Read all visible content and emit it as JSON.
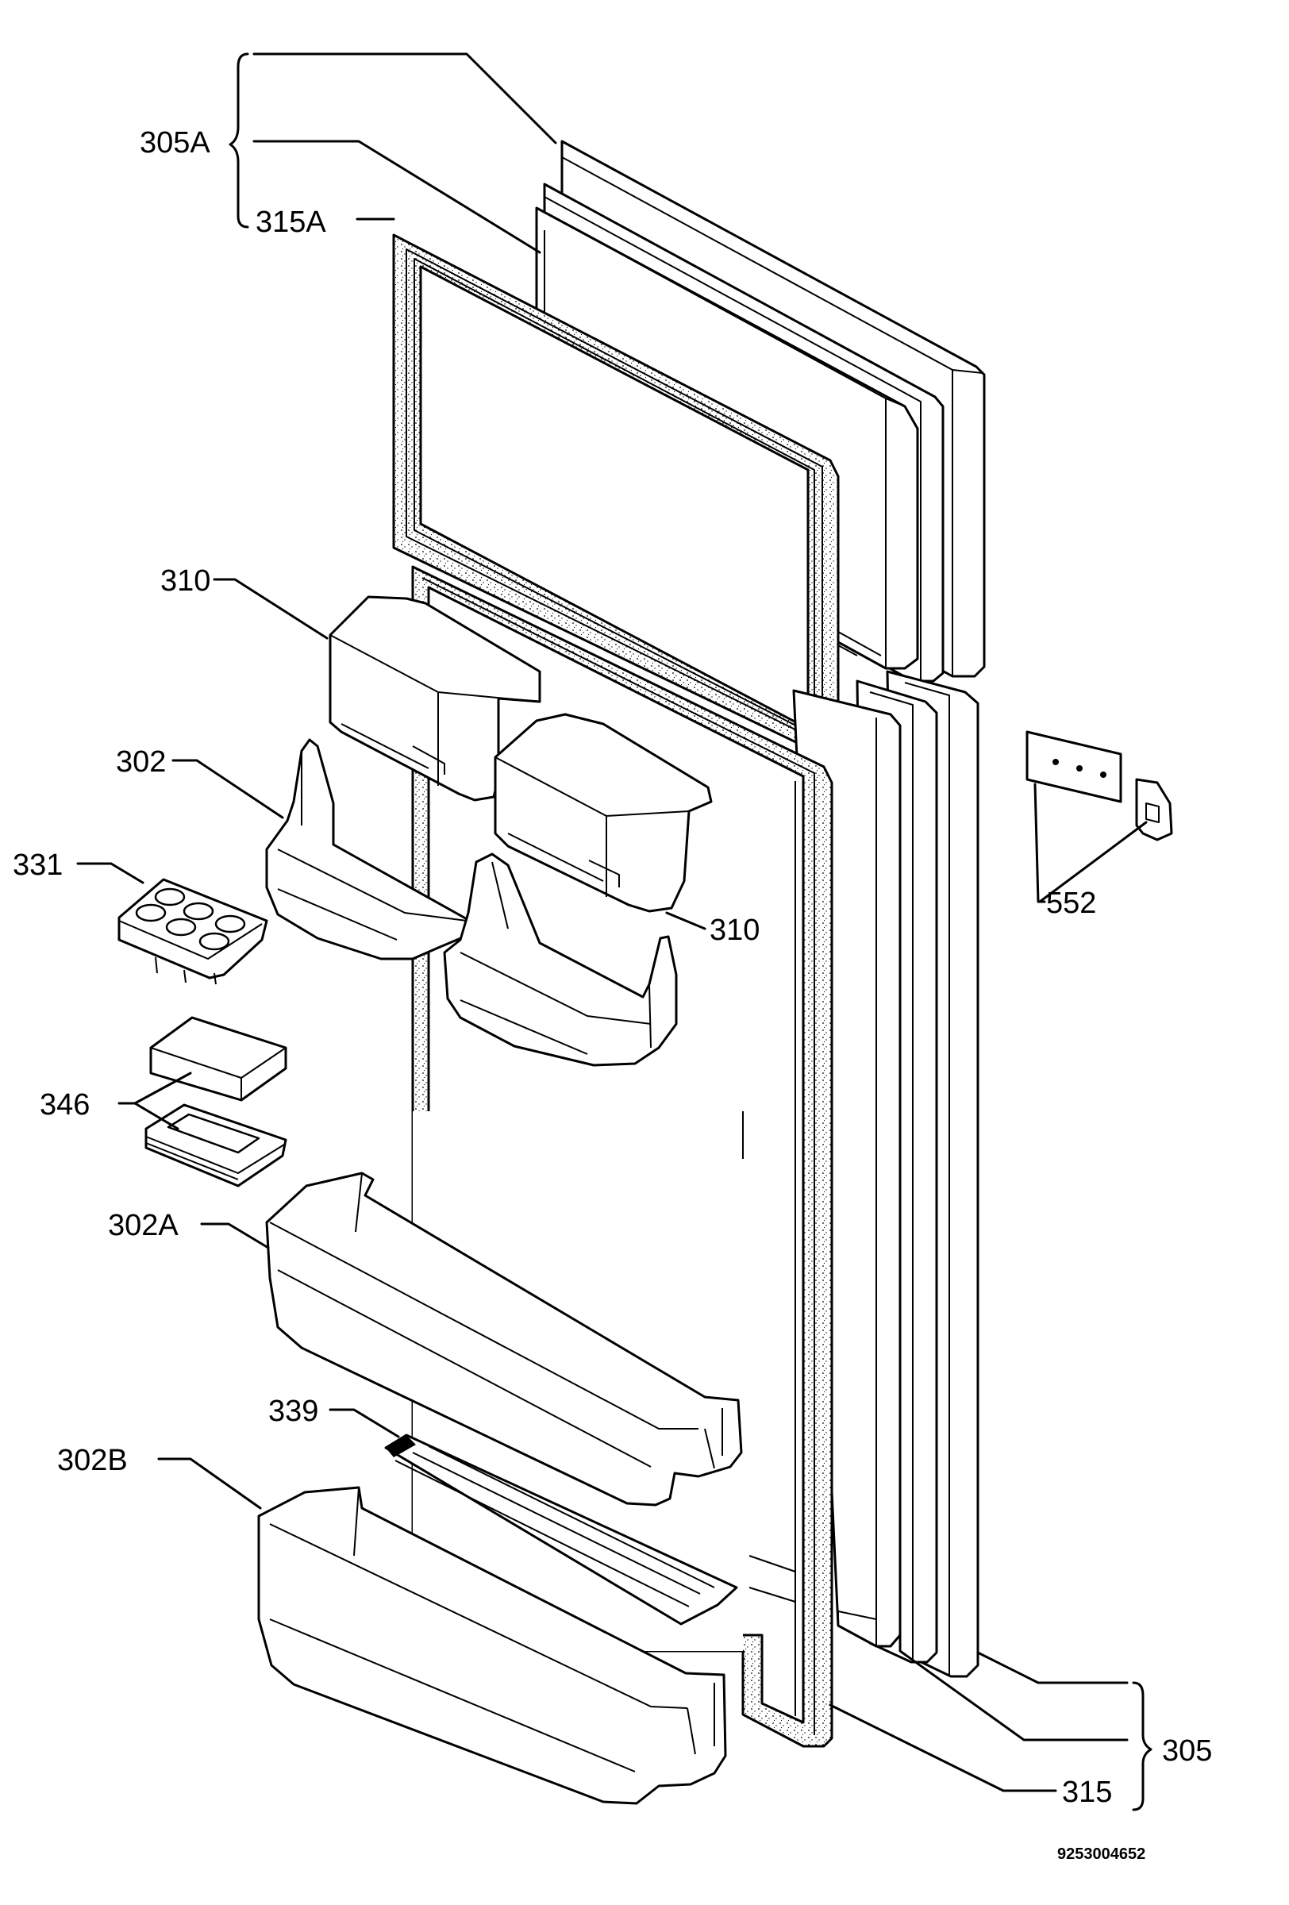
{
  "labels": {
    "l305a": "305A",
    "l315a": "315A",
    "l310_top": "310",
    "l302": "302",
    "l331": "331",
    "l310_right": "310",
    "l552": "552",
    "l346": "346",
    "l302a": "302A",
    "l339": "339",
    "l302b": "302B",
    "l305": "305",
    "l315": "315"
  },
  "drawing_code": "9253004652"
}
